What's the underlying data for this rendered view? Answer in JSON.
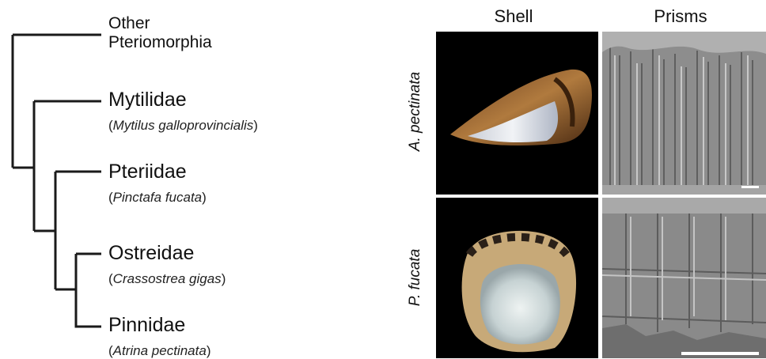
{
  "tree": {
    "taxa": [
      {
        "family": "Other",
        "family_line2": "Pteriomorphia",
        "species": ""
      },
      {
        "family": "Mytilidae",
        "species": "Mytilus galloprovincialis"
      },
      {
        "family": "Pteriidae",
        "species": "Pinctafa fucata"
      },
      {
        "family": "Ostreidae",
        "species": "Crassostrea gigas"
      },
      {
        "family": "Pinnidae",
        "species": "Atrina pectinata"
      }
    ],
    "line_color": "#1a1a1a"
  },
  "panels": {
    "columns": [
      "Shell",
      "Prisms"
    ],
    "rows": [
      "A. pectinata",
      "P. fucata"
    ],
    "shell_background": "#000000",
    "sem_color": "#8a8a8a"
  }
}
